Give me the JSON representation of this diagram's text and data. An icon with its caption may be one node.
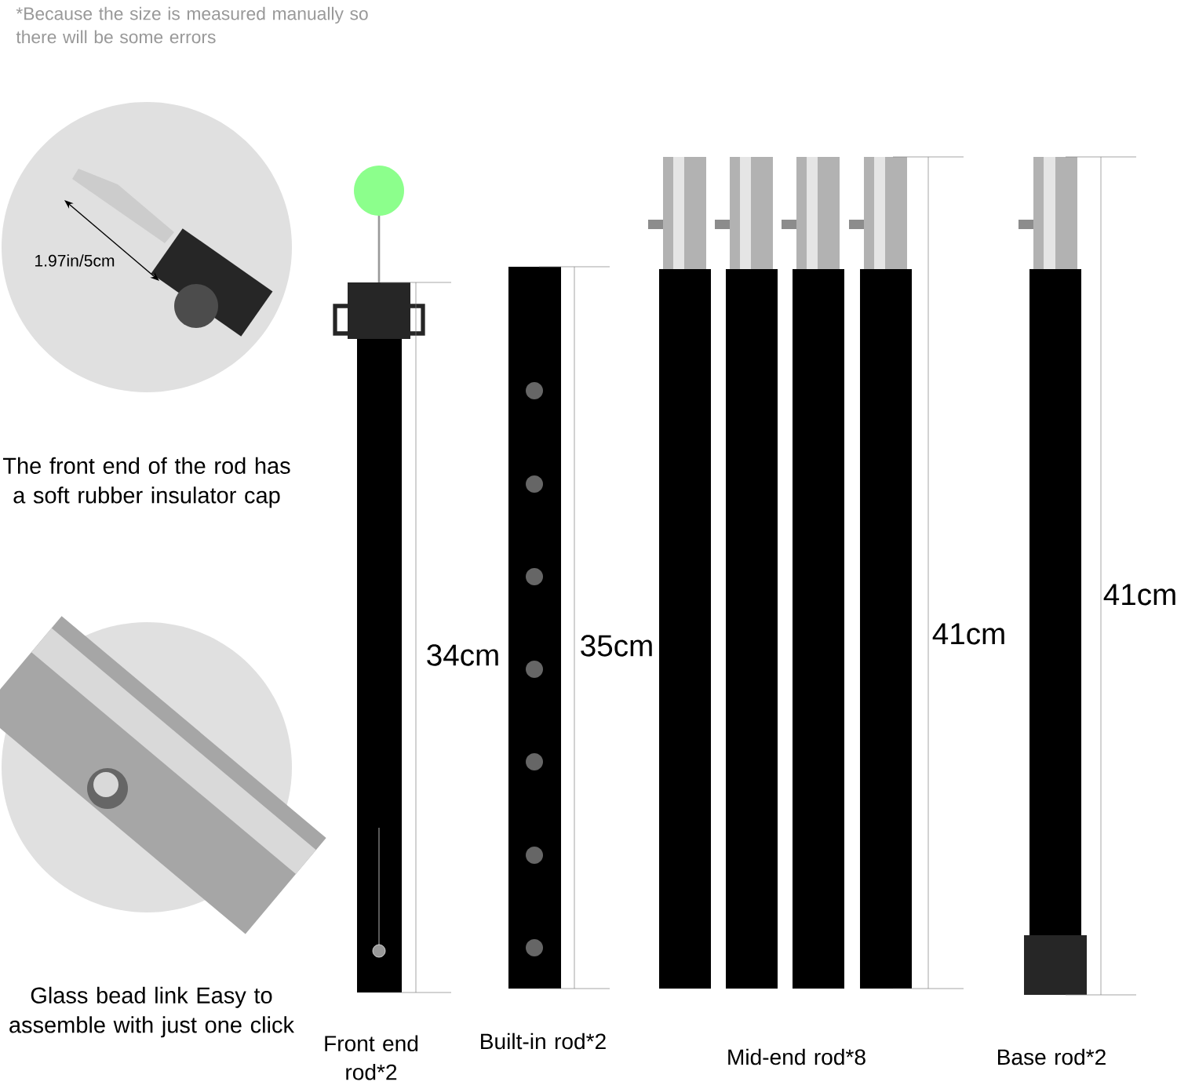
{
  "diagram": {
    "labels": [
      "*Because the size is measured manually so there will be some errors",
      "1.97in/5cm",
      "The front end of the rod has a soft rubber insulator cap",
      "34cm",
      "35cm",
      "41cm",
      "41cm",
      "Glass bead link Easy to assemble with just one click",
      "Front end rod*2",
      "Built-in rod*2",
      "Mid-end rod*8",
      "Base rod*2"
    ]
  }
}
